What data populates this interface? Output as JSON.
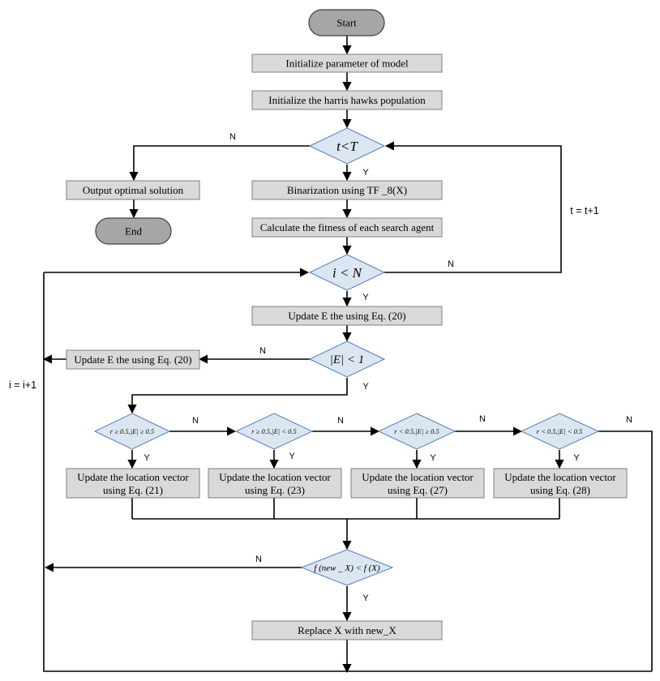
{
  "nodes": {
    "start": "Start",
    "init_param": "Initialize parameter of model",
    "init_pop": "Initialize the harris hawks population",
    "cond_t": "t<T",
    "output": "Output optimal solution",
    "end": "End",
    "binarization": "Binarization using  TF _8(X)",
    "fitness": "Calculate the fitness of each search agent",
    "cond_i": "i < N",
    "update_e": "Update E the using Eq. (20)",
    "update_e_left": "Update E the using Eq. (20)",
    "cond_e": "|E| < 1",
    "cond_r1": "r ≥ 0.5,|E| ≥ 0.5",
    "cond_r2": "r ≥ 0.5,|E| < 0.5",
    "cond_r3": "r < 0.5,|E| ≥ 0.5",
    "cond_r4": "r < 0.5,|E| < 0.5",
    "upd21_l1": "Update the location vector",
    "upd21_l2": "using Eq. (21)",
    "upd23_l1": "Update the location vector",
    "upd23_l2": "using Eq. (23)",
    "upd27_l1": "Update the location vector",
    "upd27_l2": "using Eq. (27)",
    "upd28_l1": "Update the location vector",
    "upd28_l2": "using Eq. (28)",
    "cond_f": "f (new _ X) < f (X)",
    "replace": "Replace X with new_X"
  },
  "labels": {
    "n": "N",
    "y": "Y",
    "t_incr": "t = t+1",
    "i_incr": "i = i+1"
  },
  "colors": {
    "process_fill": "#d9d9d9",
    "terminal_fill": "#a6a6a6",
    "decision_fill": "#dce6f2",
    "decision_stroke": "#4f81bd"
  }
}
